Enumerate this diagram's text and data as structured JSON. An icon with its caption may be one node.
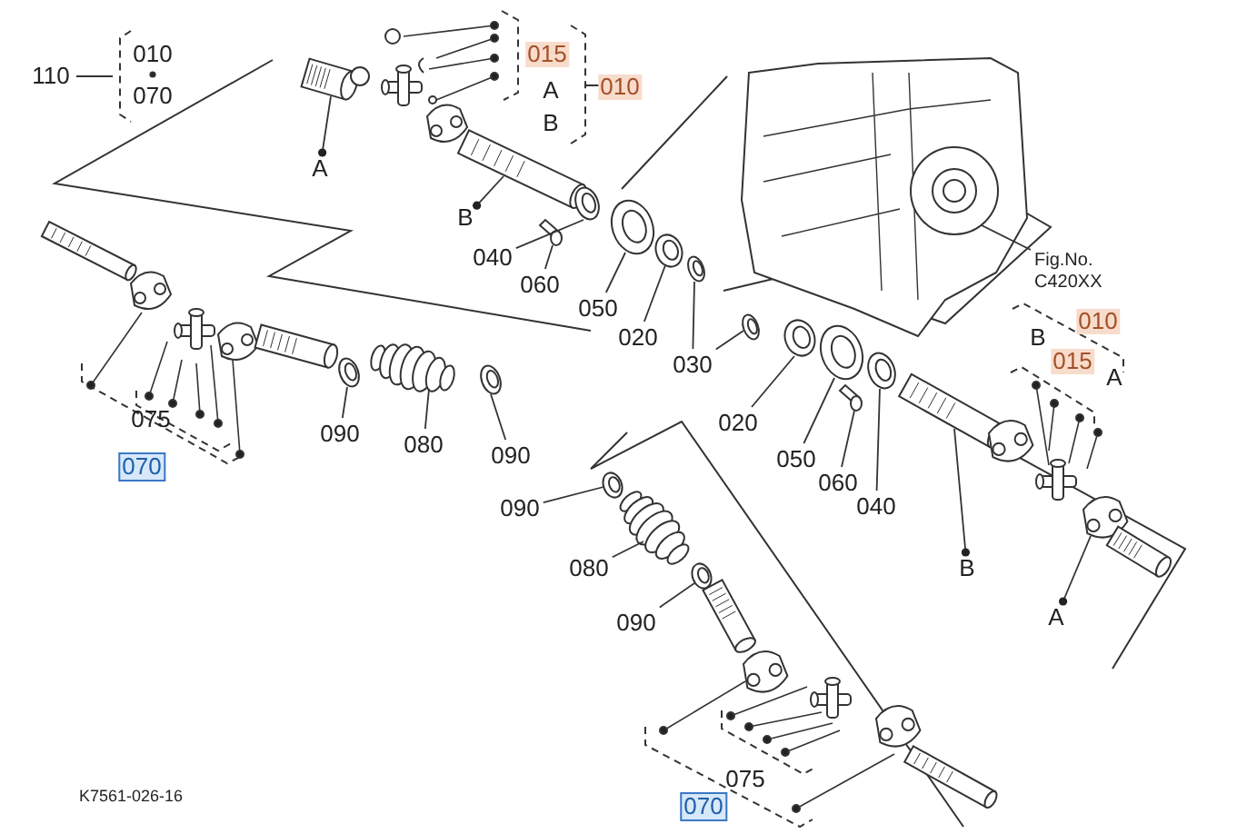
{
  "diagram": {
    "nodes": [
      {
        "text": [
          "A"
        ]
      },
      {
        "text": [
          "B"
        ]
      },
      {
        "text": [
          "040"
        ]
      },
      {
        "text": [
          "060"
        ]
      },
      {
        "text": [
          "050"
        ]
      },
      {
        "text": [
          "020"
        ]
      },
      {
        "text": [
          "030"
        ]
      },
      {
        "text": [
          "090"
        ]
      },
      {
        "text": [
          "080"
        ]
      },
      {
        "text": [
          "090"
        ]
      },
      {
        "text": [
          "Fig.No. C420XX"
        ]
      },
      {
        "text": [
          "020"
        ]
      },
      {
        "text": [
          "050"
        ]
      },
      {
        "text": [
          "060"
        ]
      },
      {
        "text": [
          "040"
        ]
      },
      {
        "text": [
          "090"
        ]
      },
      {
        "text": [
          "080"
        ]
      },
      {
        "text": [
          "090"
        ]
      },
      {
        "text": [
          "B"
        ]
      },
      {
        "text": [
          "A"
        ]
      },
      {
        "text": [],
        "shape": "picture"
      },
      {
        "text": [],
        "shape": "picture"
      },
      {
        "text": [],
        "shape": "picture"
      },
      {
        "text": [],
        "shape": "picture"
      },
      {
        "text": [],
        "shape": "picture"
      },
      {
        "text": [],
        "shape": "picture"
      },
      {
        "text": [],
        "shape": "picture"
      },
      {
        "text": [],
        "shape": "picture"
      },
      {
        "text": [],
        "shape": "picture"
      },
      {
        "text": [],
        "shape": "picture"
      },
      {
        "text": [],
        "shape": "picture"
      },
      {
        "text": [],
        "shape": "picture"
      },
      {
        "text": [],
        "shape": "picture"
      },
      {
        "text": [],
        "shape": "picture"
      },
      {
        "text": [],
        "shape": "picture"
      },
      {
        "text": [],
        "shape": "picture"
      },
      {
        "text": [],
        "shape": "picture"
      },
      {
        "text": [],
        "shape": "picture"
      },
      {
        "text": [],
        "shape": "picture"
      },
      {
        "text": [],
        "shape": "picture"
      },
      {
        "text": [],
        "shape": "picture"
      }
    ],
    "edges": [
      {
        "from": 0,
        "to": 20,
        "arrow": "other"
      },
      {
        "from": 1,
        "to": 21,
        "arrow": "other"
      },
      {
        "from": 2,
        "to": 22,
        "arrow": "none"
      },
      {
        "from": 3,
        "to": 23,
        "arrow": "none"
      },
      {
        "from": 4,
        "to": 24,
        "arrow": "none"
      },
      {
        "from": 5,
        "to": 25,
        "arrow": "none"
      },
      {
        "from": 6,
        "to": 26,
        "arrow": "none"
      },
      {
        "from": 6,
        "to": 27,
        "arrow": "none"
      },
      {
        "from": 7,
        "to": 28,
        "arrow": "none"
      },
      {
        "from": 8,
        "to": 29,
        "arrow": "none"
      },
      {
        "from": 9,
        "to": 30,
        "arrow": "none"
      },
      {
        "from": 10,
        "to": 31,
        "arrow": "none"
      },
      {
        "from": 11,
        "to": 32,
        "arrow": "none"
      },
      {
        "from": 12,
        "to": 33,
        "arrow": "none"
      },
      {
        "from": 13,
        "to": 34,
        "arrow": "none"
      },
      {
        "from": 14,
        "to": 35,
        "arrow": "none"
      },
      {
        "from": 15,
        "to": 36,
        "arrow": "none"
      },
      {
        "from": 16,
        "to": 37,
        "arrow": "none"
      },
      {
        "from": 17,
        "to": 38,
        "arrow": "none"
      },
      {
        "from": 18,
        "to": 39,
        "arrow": "other"
      },
      {
        "from": 19,
        "to": 40,
        "arrow": "other"
      }
    ],
    "labels": [
      "110",
      "010",
      "070",
      "015",
      "A",
      "B",
      "010",
      "010",
      "B",
      "015",
      "A",
      "075",
      "070",
      "075",
      "070",
      "K7561-026-16"
    ]
  }
}
